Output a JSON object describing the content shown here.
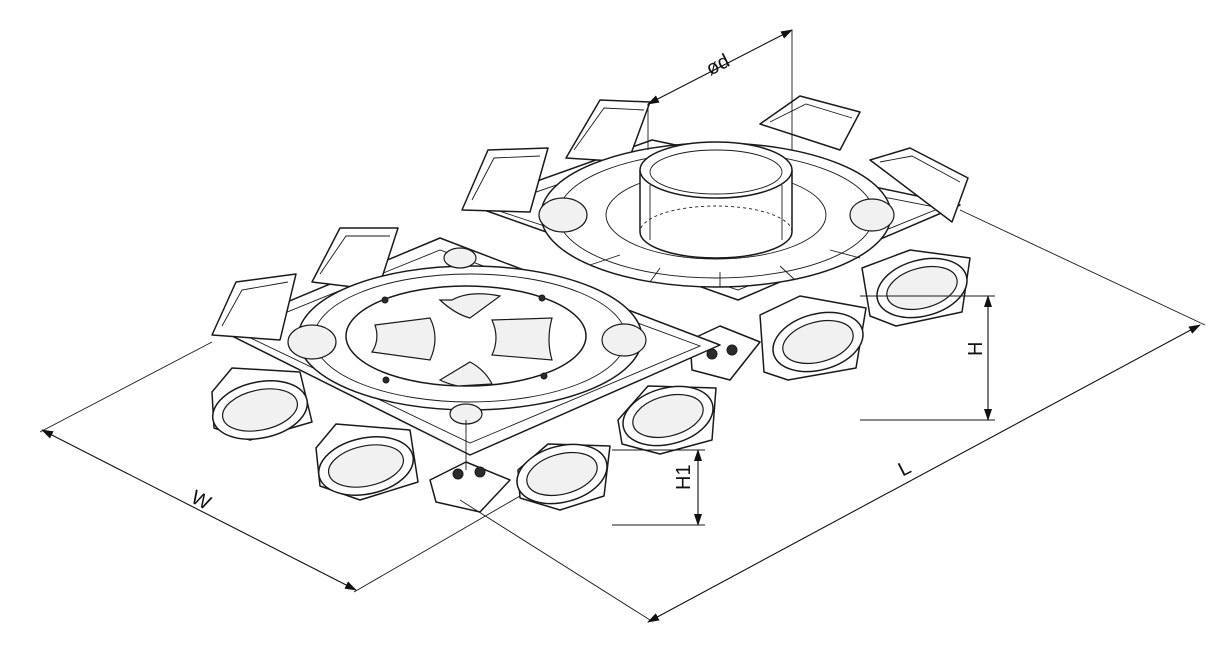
{
  "figure": {
    "dimensions": {
      "diameter": "ød",
      "height": "H",
      "height_1": "H1",
      "length": "L",
      "width": "W"
    },
    "line_color": "#1a1a1a",
    "background": "#ffffff"
  }
}
